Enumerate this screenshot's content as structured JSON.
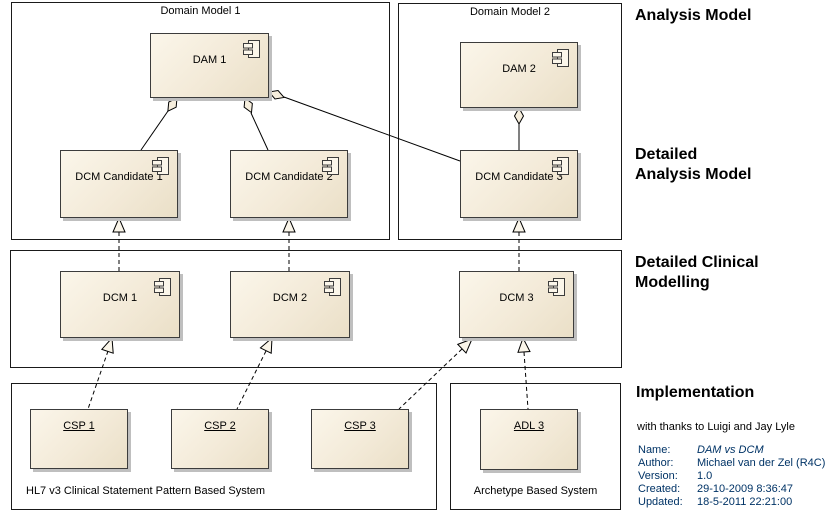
{
  "diagram_title": "DAM vs DCM",
  "colors": {
    "box_fill_light": "#FBF6EA",
    "box_fill_dark": "#EADFC7",
    "box_border": "#3C3C3C",
    "box_shadow": "#BFBFBF",
    "frame_border": "#1A1A1A",
    "connector_line": "#000000",
    "heading_text": "#000000",
    "metadata_text": "#003366",
    "background": "#FFFFFF"
  },
  "sections": [
    {
      "id": "analysis-model",
      "lines": [
        "Analysis Model"
      ]
    },
    {
      "id": "detailed-analysis-model",
      "lines": [
        "Detailed",
        "Analysis Model"
      ]
    },
    {
      "id": "detailed-clinical-modelling",
      "lines": [
        "Detailed Clinical",
        "Modelling"
      ]
    },
    {
      "id": "implementation",
      "lines": [
        "Implementation"
      ]
    }
  ],
  "containers": {
    "domain_model_1": {
      "label": "Domain Model 1"
    },
    "domain_model_2": {
      "label": "Domain Model 2"
    },
    "hl7_system": {
      "label": "HL7 v3 Clinical Statement Pattern Based System"
    },
    "archetype_system": {
      "label": "Archetype Based System"
    }
  },
  "components": {
    "dam1": {
      "label": "DAM 1"
    },
    "dam2": {
      "label": "DAM 2"
    },
    "cand1": {
      "label": "DCM Candidate 1"
    },
    "cand2": {
      "label": "DCM Candidate 2"
    },
    "cand3": {
      "label": "DCM Candidate 3"
    },
    "dcm1": {
      "label": "DCM 1"
    },
    "dcm2": {
      "label": "DCM 2"
    },
    "dcm3": {
      "label": "DCM 3"
    }
  },
  "instances": {
    "csp1": {
      "label": "CSP 1"
    },
    "csp2": {
      "label": "CSP 2"
    },
    "csp3": {
      "label": "CSP 3"
    },
    "adl3": {
      "label": "ADL 3"
    }
  },
  "relationships": {
    "aggregations": [
      {
        "whole": "DAM 1",
        "part": "DCM Candidate 1"
      },
      {
        "whole": "DAM 1",
        "part": "DCM Candidate 2"
      },
      {
        "whole": "DAM 1",
        "part": "DCM Candidate 3"
      },
      {
        "whole": "DAM 2",
        "part": "DCM Candidate 3"
      }
    ],
    "realizations": [
      {
        "from": "DCM 1",
        "to": "DCM Candidate 1"
      },
      {
        "from": "DCM 2",
        "to": "DCM Candidate 2"
      },
      {
        "from": "DCM 3",
        "to": "DCM Candidate 3"
      },
      {
        "from": "CSP 1",
        "to": "DCM 1"
      },
      {
        "from": "CSP 2",
        "to": "DCM 2"
      },
      {
        "from": "CSP 3",
        "to": "DCM 3"
      },
      {
        "from": "ADL 3",
        "to": "DCM 3"
      }
    ]
  },
  "notes": {
    "thanks": "with thanks to Luigi and Jay Lyle"
  },
  "metadata": {
    "rows": [
      {
        "label": "Name:",
        "value": "DAM vs DCM"
      },
      {
        "label": "Author:",
        "value": "Michael van der Zel (R4C)"
      },
      {
        "label": "Version:",
        "value": "1.0"
      },
      {
        "label": "Created:",
        "value": "29-10-2009 8:36:47"
      },
      {
        "label": "Updated:",
        "value": "18-5-2011 22:21:00"
      }
    ]
  }
}
